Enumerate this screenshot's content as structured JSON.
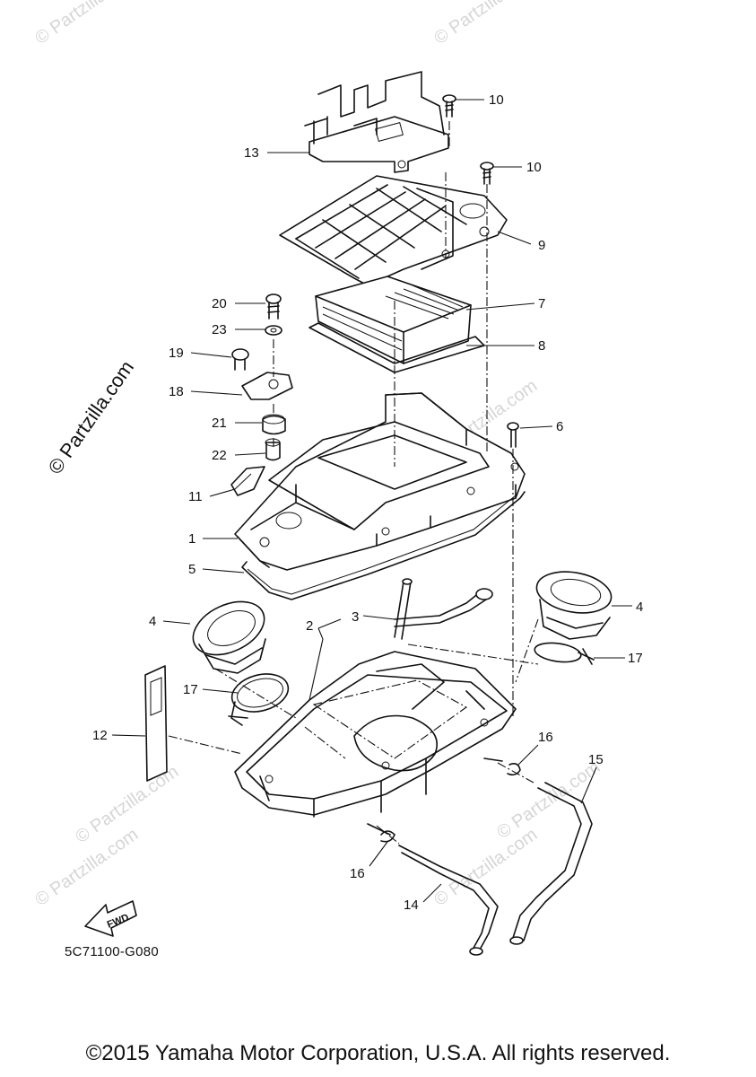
{
  "watermark_text": "© Partzilla.com",
  "callouts": [
    "10",
    "10",
    "13",
    "9",
    "7",
    "8",
    "20",
    "23",
    "19",
    "18",
    "21",
    "22",
    "6",
    "11",
    "1",
    "5",
    "4",
    "4",
    "3",
    "2",
    "17",
    "17",
    "12",
    "16",
    "15",
    "16",
    "14"
  ],
  "fwd_label": "FWD",
  "diagram_code": "5C71100-G080",
  "copyright": "©2015 Yamaha Motor Corporation, U.S.A. All rights reserved."
}
